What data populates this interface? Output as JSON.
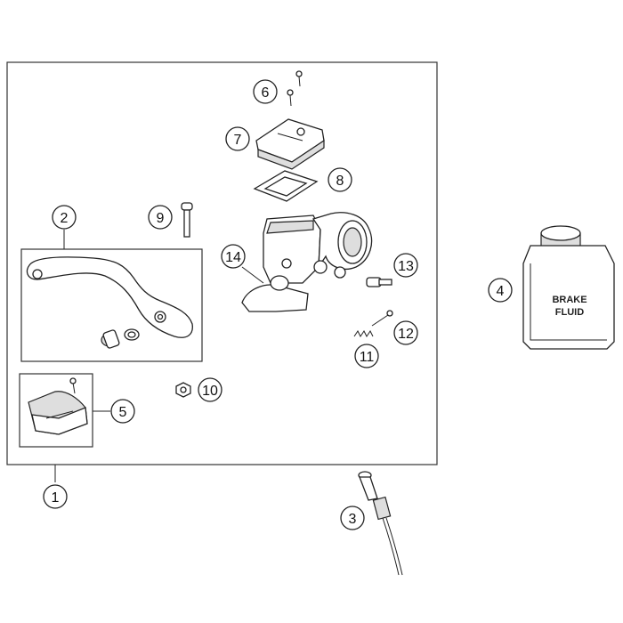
{
  "callouts": [
    {
      "id": "1",
      "label": "1"
    },
    {
      "id": "2",
      "label": "2"
    },
    {
      "id": "3",
      "label": "3"
    },
    {
      "id": "4",
      "label": "4"
    },
    {
      "id": "5",
      "label": "5"
    },
    {
      "id": "6",
      "label": "6"
    },
    {
      "id": "7",
      "label": "7"
    },
    {
      "id": "8",
      "label": "8"
    },
    {
      "id": "9",
      "label": "9"
    },
    {
      "id": "10",
      "label": "10"
    },
    {
      "id": "11",
      "label": "11"
    },
    {
      "id": "12",
      "label": "12"
    },
    {
      "id": "13",
      "label": "13"
    },
    {
      "id": "14",
      "label": "14"
    }
  ],
  "fluid_bottle": {
    "label_line1": "BRAKE",
    "label_line2": "FLUID"
  }
}
